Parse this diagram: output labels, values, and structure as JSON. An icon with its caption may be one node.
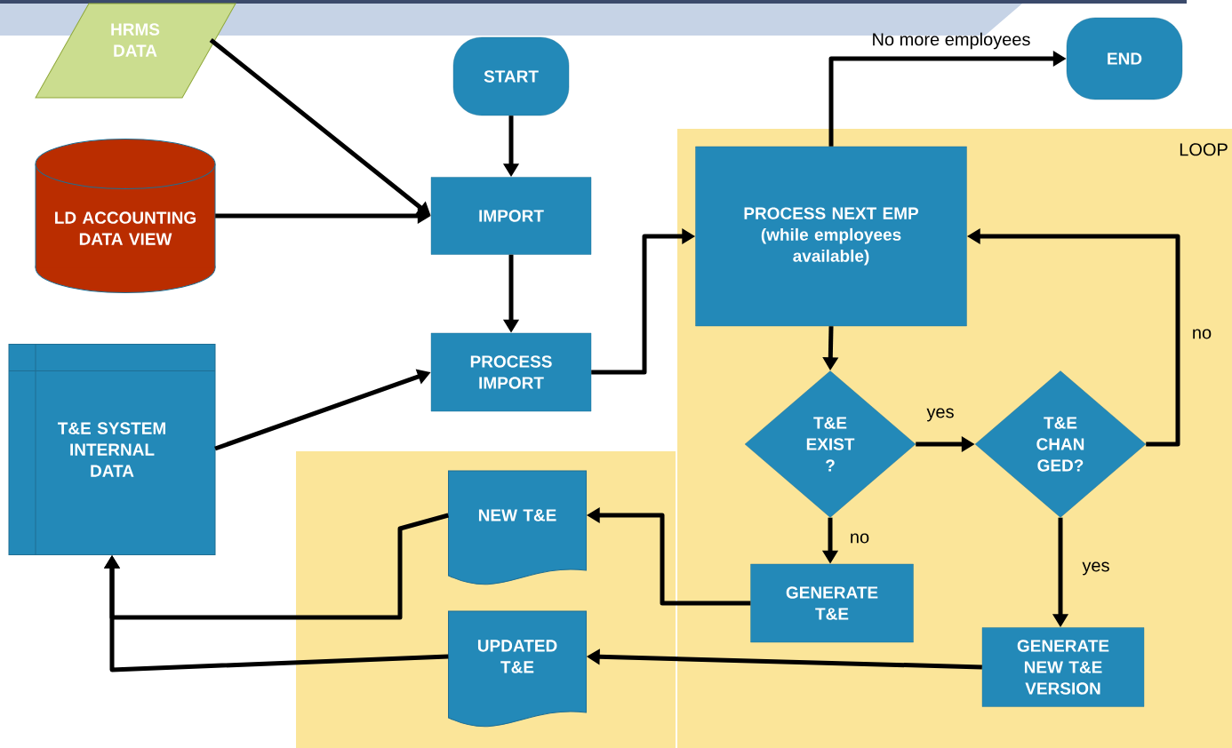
{
  "diagram": {
    "nodes": [
      {
        "text": [
          "HRMS DATA"
        ]
      },
      {
        "text": [
          "START"
        ]
      },
      {
        "text": [
          "END"
        ]
      },
      {
        "text": [
          "LOOP"
        ]
      },
      {
        "text": [
          "PROCESS NEXT EMP",
          "(while employees available)"
        ],
        "in": 3
      },
      {
        "text": [
          "LD ACCOUNTING DATA VIEW"
        ]
      },
      {
        "text": [
          "IMPORT"
        ]
      },
      {
        "text": [
          "PROCESS IMPORT"
        ]
      },
      {
        "text": [
          "T&E SYSTEM INTERNAL DATA"
        ]
      },
      {
        "text": [
          "T&E EXIST ?"
        ],
        "in": 3
      },
      {
        "text": [
          "T&E CHAN GED?"
        ],
        "in": 3
      },
      {
        "text": [],
        "shape": "box"
      },
      {
        "text": [
          "NEW T&E"
        ],
        "in": 11
      },
      {
        "text": [
          "GENERATE T&E"
        ],
        "in": 3
      },
      {
        "text": [
          "UPDATED T&E"
        ],
        "in": 11
      },
      {
        "text": [
          "GENERATE NEW T&E VERSION"
        ],
        "in": 3
      }
    ],
    "edges": [
      {
        "from": 0,
        "to": 6,
        "arrow": "to"
      },
      {
        "from": 5,
        "to": 6,
        "arrow": "to"
      },
      {
        "from": 1,
        "to": 6,
        "arrow": "to"
      },
      {
        "from": 6,
        "to": 7,
        "arrow": "to"
      },
      {
        "from": 8,
        "to": 7,
        "arrow": "to"
      },
      {
        "from": 7,
        "to": 4,
        "arrow": "to"
      },
      {
        "from": 4,
        "to": 2,
        "arrow": "to",
        "label": "No more employees"
      },
      {
        "from": 4,
        "to": 9,
        "arrow": "to"
      },
      {
        "from": 9,
        "to": 10,
        "arrow": "to",
        "label": "yes"
      },
      {
        "from": 10,
        "to": 4,
        "arrow": "to",
        "label": "no"
      },
      {
        "from": 9,
        "to": 13,
        "arrow": "to",
        "label": "no"
      },
      {
        "from": 10,
        "to": 15,
        "arrow": "to",
        "label": "yes"
      },
      {
        "from": 13,
        "to": 12,
        "arrow": "to"
      },
      {
        "from": 15,
        "to": 14,
        "arrow": "to"
      },
      {
        "from": 12,
        "to": 8,
        "arrow": "to"
      },
      {
        "from": 14,
        "to": 8,
        "arrow": "to"
      }
    ]
  }
}
